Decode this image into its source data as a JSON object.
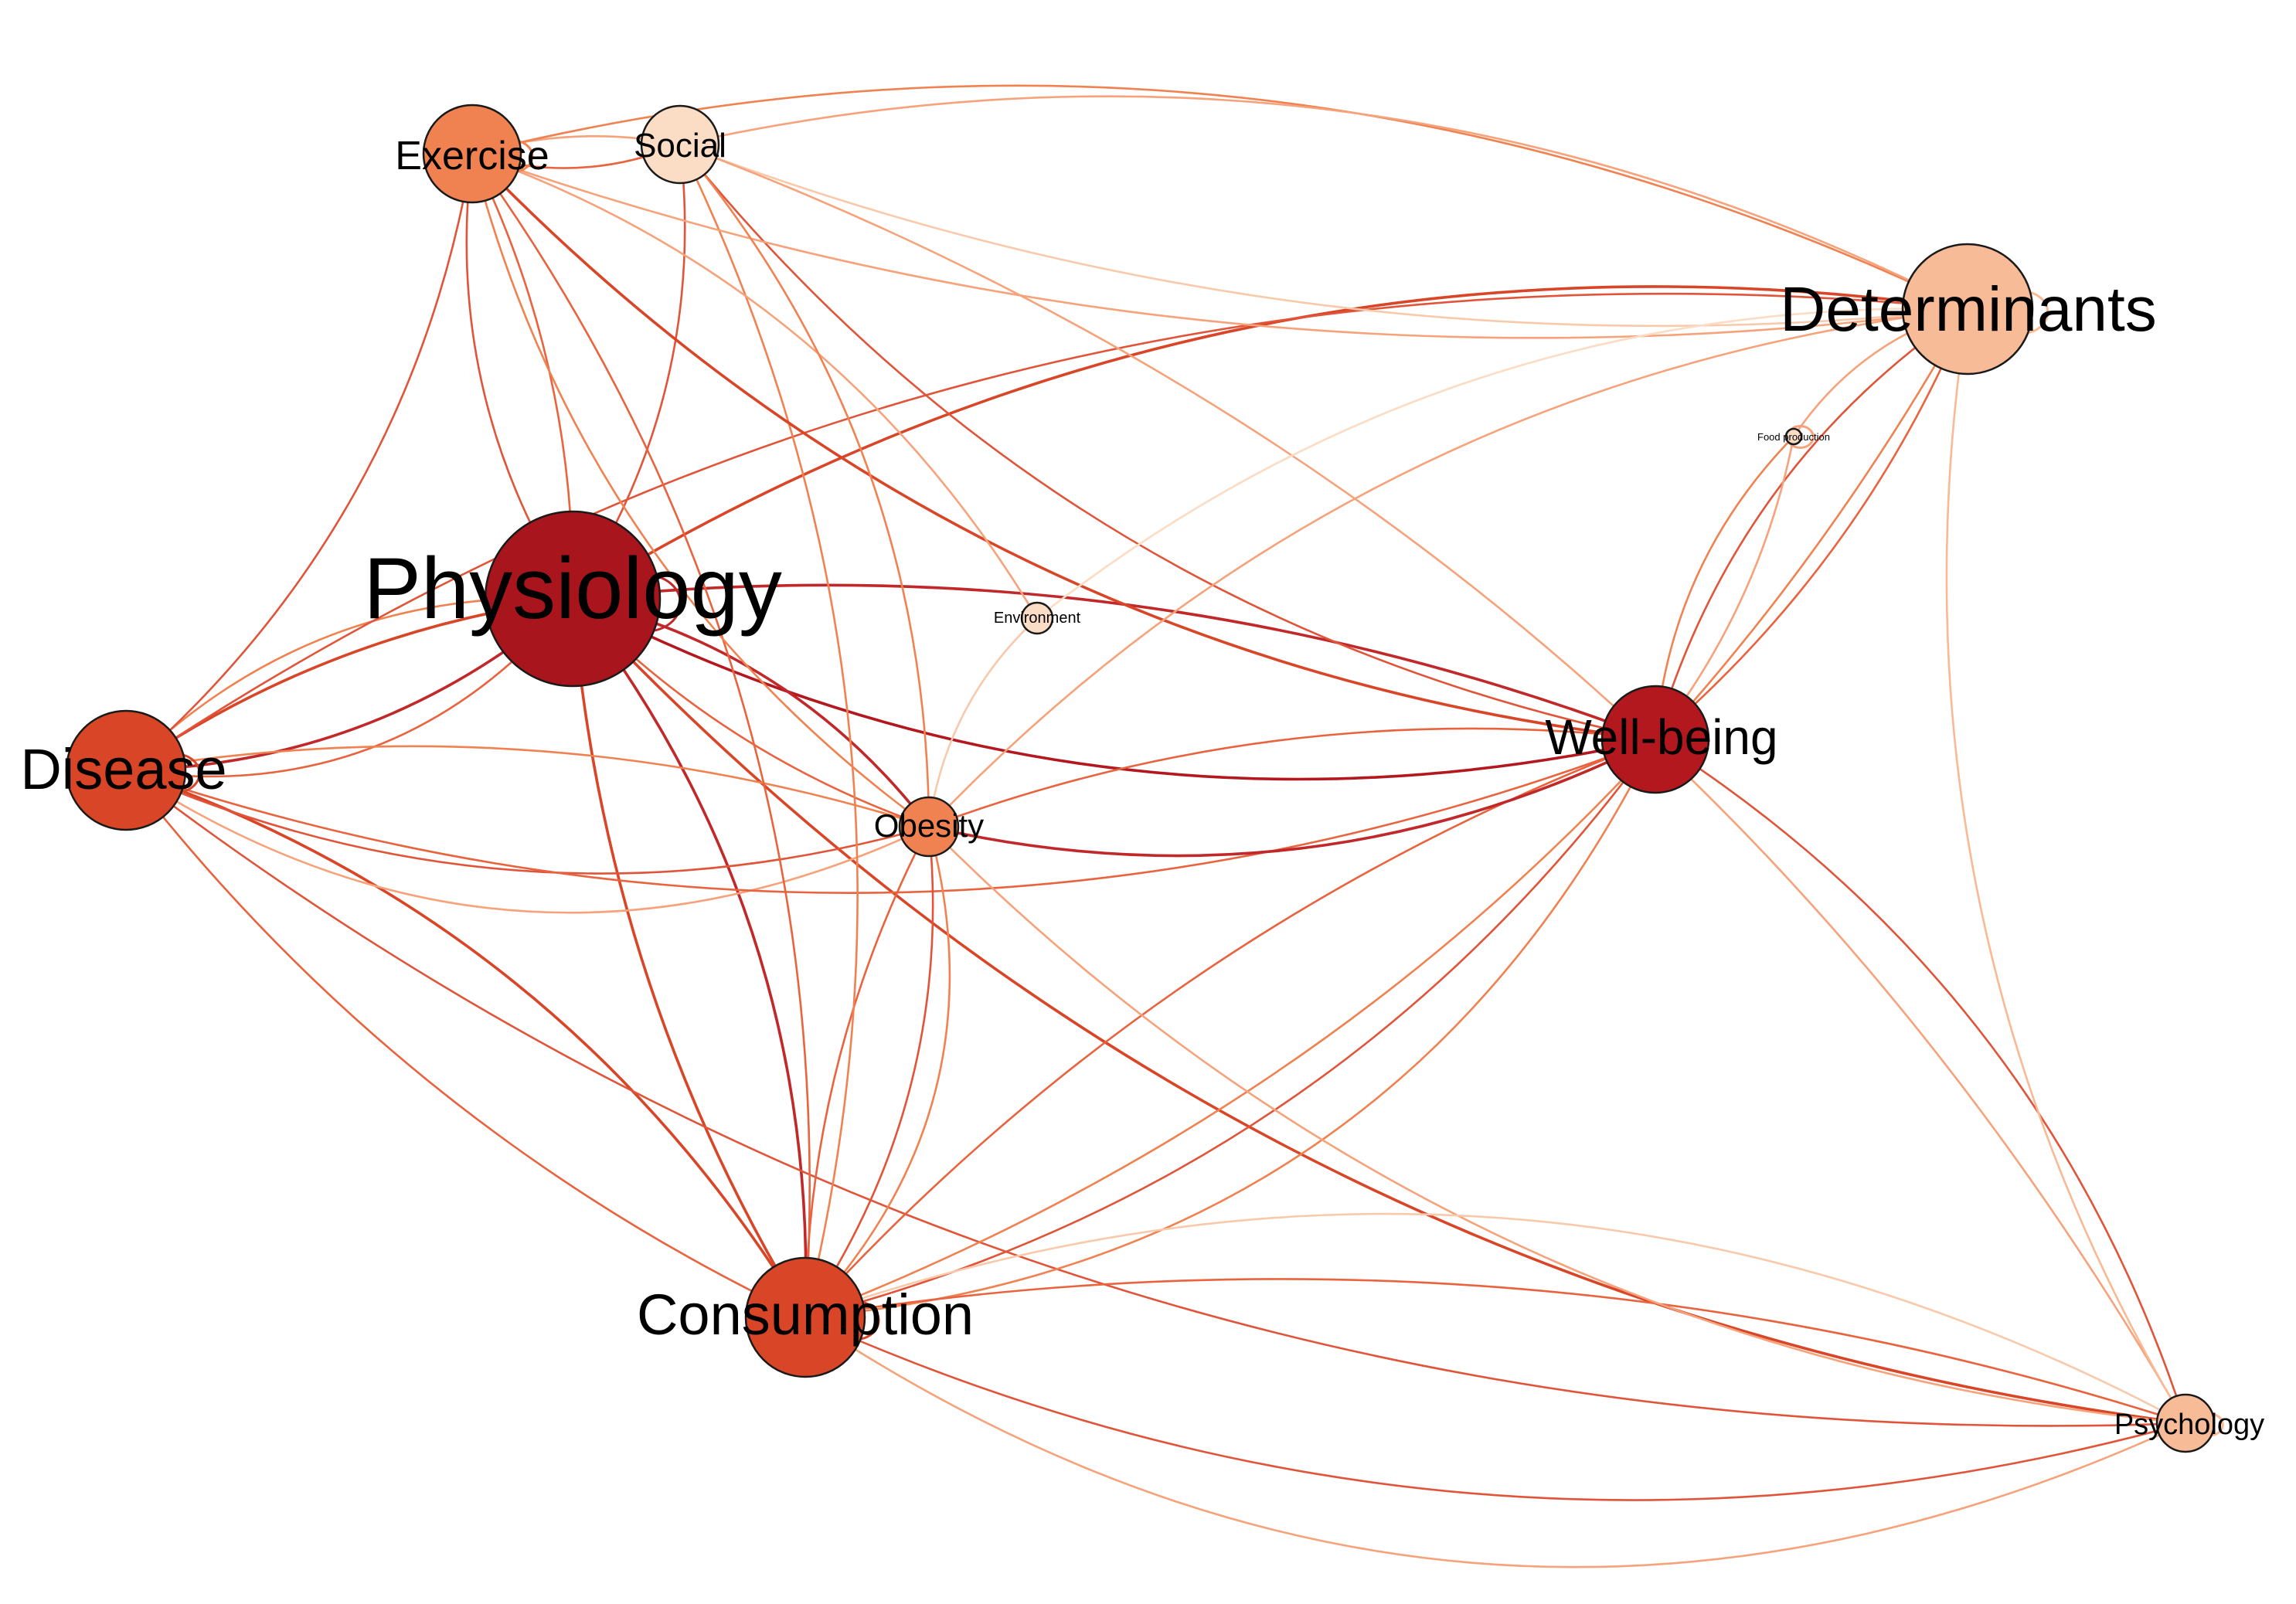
{
  "diagram": {
    "type": "network-graph",
    "colors": {
      "dark_red": "#a8151c",
      "red": "#d84527",
      "orange": "#f08251",
      "light_orange": "#f8b994",
      "pale": "#fbdcc4"
    },
    "nodes": [
      {
        "id": "physiology",
        "label": "Physiology",
        "color": "#a8151c"
      },
      {
        "id": "disease",
        "label": "Disease",
        "color": "#d84527"
      },
      {
        "id": "consumption",
        "label": "Consumption",
        "color": "#d84527"
      },
      {
        "id": "wellbeing",
        "label": "Well-being",
        "color": "#b3181f"
      },
      {
        "id": "exercise",
        "label": "Exercise",
        "color": "#f08251"
      },
      {
        "id": "social",
        "label": "Social",
        "color": "#fbdcc4"
      },
      {
        "id": "determinants",
        "label": "Determinants",
        "color": "#f8bb97"
      },
      {
        "id": "obesity",
        "label": "Obesity",
        "color": "#f08251"
      },
      {
        "id": "environment",
        "label": "Environment",
        "color": "#fbdcc4"
      },
      {
        "id": "foodproduction",
        "label": "Food production",
        "color": "#fbdcc4"
      },
      {
        "id": "psychology",
        "label": "Psychology",
        "color": "#f8bb97"
      }
    ],
    "edges": [
      {
        "source": "physiology",
        "target": "disease",
        "color": "#c0282a"
      },
      {
        "source": "physiology",
        "target": "disease",
        "color": "#d84527"
      },
      {
        "source": "physiology",
        "target": "disease",
        "color": "#e8633e"
      },
      {
        "source": "physiology",
        "target": "disease",
        "color": "#f08251"
      },
      {
        "source": "physiology",
        "target": "consumption",
        "color": "#c0282a"
      },
      {
        "source": "physiology",
        "target": "consumption",
        "color": "#d84527"
      },
      {
        "source": "physiology",
        "target": "wellbeing",
        "color": "#b3181f"
      },
      {
        "source": "physiology",
        "target": "wellbeing",
        "color": "#c0282a"
      },
      {
        "source": "physiology",
        "target": "obesity",
        "color": "#c0282a"
      },
      {
        "source": "physiology",
        "target": "obesity",
        "color": "#e8633e"
      },
      {
        "source": "physiology",
        "target": "exercise",
        "color": "#e0553a"
      },
      {
        "source": "physiology",
        "target": "exercise",
        "color": "#e8633e"
      },
      {
        "source": "physiology",
        "target": "social",
        "color": "#e0553a"
      },
      {
        "source": "physiology",
        "target": "determinants",
        "color": "#d84527"
      },
      {
        "source": "physiology",
        "target": "psychology",
        "color": "#d84527"
      },
      {
        "source": "disease",
        "target": "exercise",
        "color": "#e0553a"
      },
      {
        "source": "disease",
        "target": "consumption",
        "color": "#d84527"
      },
      {
        "source": "disease",
        "target": "consumption",
        "color": "#e8633e"
      },
      {
        "source": "disease",
        "target": "obesity",
        "color": "#e0553a"
      },
      {
        "source": "disease",
        "target": "obesity",
        "color": "#f08251"
      },
      {
        "source": "disease",
        "target": "obesity",
        "color": "#f6a27a"
      },
      {
        "source": "disease",
        "target": "wellbeing",
        "color": "#e8633e"
      },
      {
        "source": "disease",
        "target": "psychology",
        "color": "#e0553a"
      },
      {
        "source": "disease",
        "target": "determinants",
        "color": "#e0553a"
      },
      {
        "source": "consumption",
        "target": "obesity",
        "color": "#e0553a"
      },
      {
        "source": "consumption",
        "target": "obesity",
        "color": "#e8633e"
      },
      {
        "source": "consumption",
        "target": "obesity",
        "color": "#f08251"
      },
      {
        "source": "consumption",
        "target": "wellbeing",
        "color": "#e0553a"
      },
      {
        "source": "consumption",
        "target": "wellbeing",
        "color": "#e8633e"
      },
      {
        "source": "consumption",
        "target": "wellbeing",
        "color": "#f08251"
      },
      {
        "source": "consumption",
        "target": "psychology",
        "color": "#e0553a"
      },
      {
        "source": "consumption",
        "target": "psychology",
        "color": "#e8633e"
      },
      {
        "source": "consumption",
        "target": "psychology",
        "color": "#f6a27a"
      },
      {
        "source": "consumption",
        "target": "determinants",
        "color": "#f08251"
      },
      {
        "source": "consumption",
        "target": "exercise",
        "color": "#e8633e"
      },
      {
        "source": "consumption",
        "target": "social",
        "color": "#f08251"
      },
      {
        "source": "wellbeing",
        "target": "obesity",
        "color": "#c0282a"
      },
      {
        "source": "wellbeing",
        "target": "obesity",
        "color": "#e8633e"
      },
      {
        "source": "wellbeing",
        "target": "exercise",
        "color": "#d84527"
      },
      {
        "source": "wellbeing",
        "target": "social",
        "color": "#e0553a"
      },
      {
        "source": "wellbeing",
        "target": "determinants",
        "color": "#e0553a"
      },
      {
        "source": "wellbeing",
        "target": "determinants",
        "color": "#e8633e"
      },
      {
        "source": "wellbeing",
        "target": "psychology",
        "color": "#e0553a"
      },
      {
        "source": "wellbeing",
        "target": "foodproduction",
        "color": "#f08251"
      },
      {
        "source": "wellbeing",
        "target": "foodproduction",
        "color": "#f6a27a"
      },
      {
        "source": "exercise",
        "target": "social",
        "color": "#e8633e"
      },
      {
        "source": "exercise",
        "target": "social",
        "color": "#f6a27a"
      },
      {
        "source": "exercise",
        "target": "obesity",
        "color": "#f08251"
      },
      {
        "source": "exercise",
        "target": "determinants",
        "color": "#f08251"
      },
      {
        "source": "exercise",
        "target": "determinants",
        "color": "#f6a27a"
      },
      {
        "source": "exercise",
        "target": "environment",
        "color": "#f6a27a"
      },
      {
        "source": "social",
        "target": "obesity",
        "color": "#f08251"
      },
      {
        "source": "social",
        "target": "determinants",
        "color": "#f6a27a"
      },
      {
        "source": "social",
        "target": "determinants",
        "color": "#f8c9aa"
      },
      {
        "source": "social",
        "target": "psychology",
        "color": "#f6a27a"
      },
      {
        "source": "determinants",
        "target": "obesity",
        "color": "#f6a27a"
      },
      {
        "source": "determinants",
        "target": "psychology",
        "color": "#f8b994"
      },
      {
        "source": "determinants",
        "target": "foodproduction",
        "color": "#f6a27a"
      },
      {
        "source": "obesity",
        "target": "environment",
        "color": "#f8c9aa"
      },
      {
        "source": "obesity",
        "target": "psychology",
        "color": "#f6a27a"
      },
      {
        "source": "environment",
        "target": "determinants",
        "color": "#fbdcc4"
      },
      {
        "source": "psychology",
        "target": "consumption",
        "color": "#f8c9aa"
      }
    ],
    "self_loops": [
      {
        "node": "physiology",
        "color": "#c0282a"
      },
      {
        "node": "disease",
        "color": "#d84527"
      },
      {
        "node": "consumption",
        "color": "#d84527"
      },
      {
        "node": "exercise",
        "color": "#f08251"
      },
      {
        "node": "determinants",
        "color": "#f8b994"
      },
      {
        "node": "psychology",
        "color": "#f8b994"
      },
      {
        "node": "foodproduction",
        "color": "#f6a27a"
      }
    ]
  }
}
